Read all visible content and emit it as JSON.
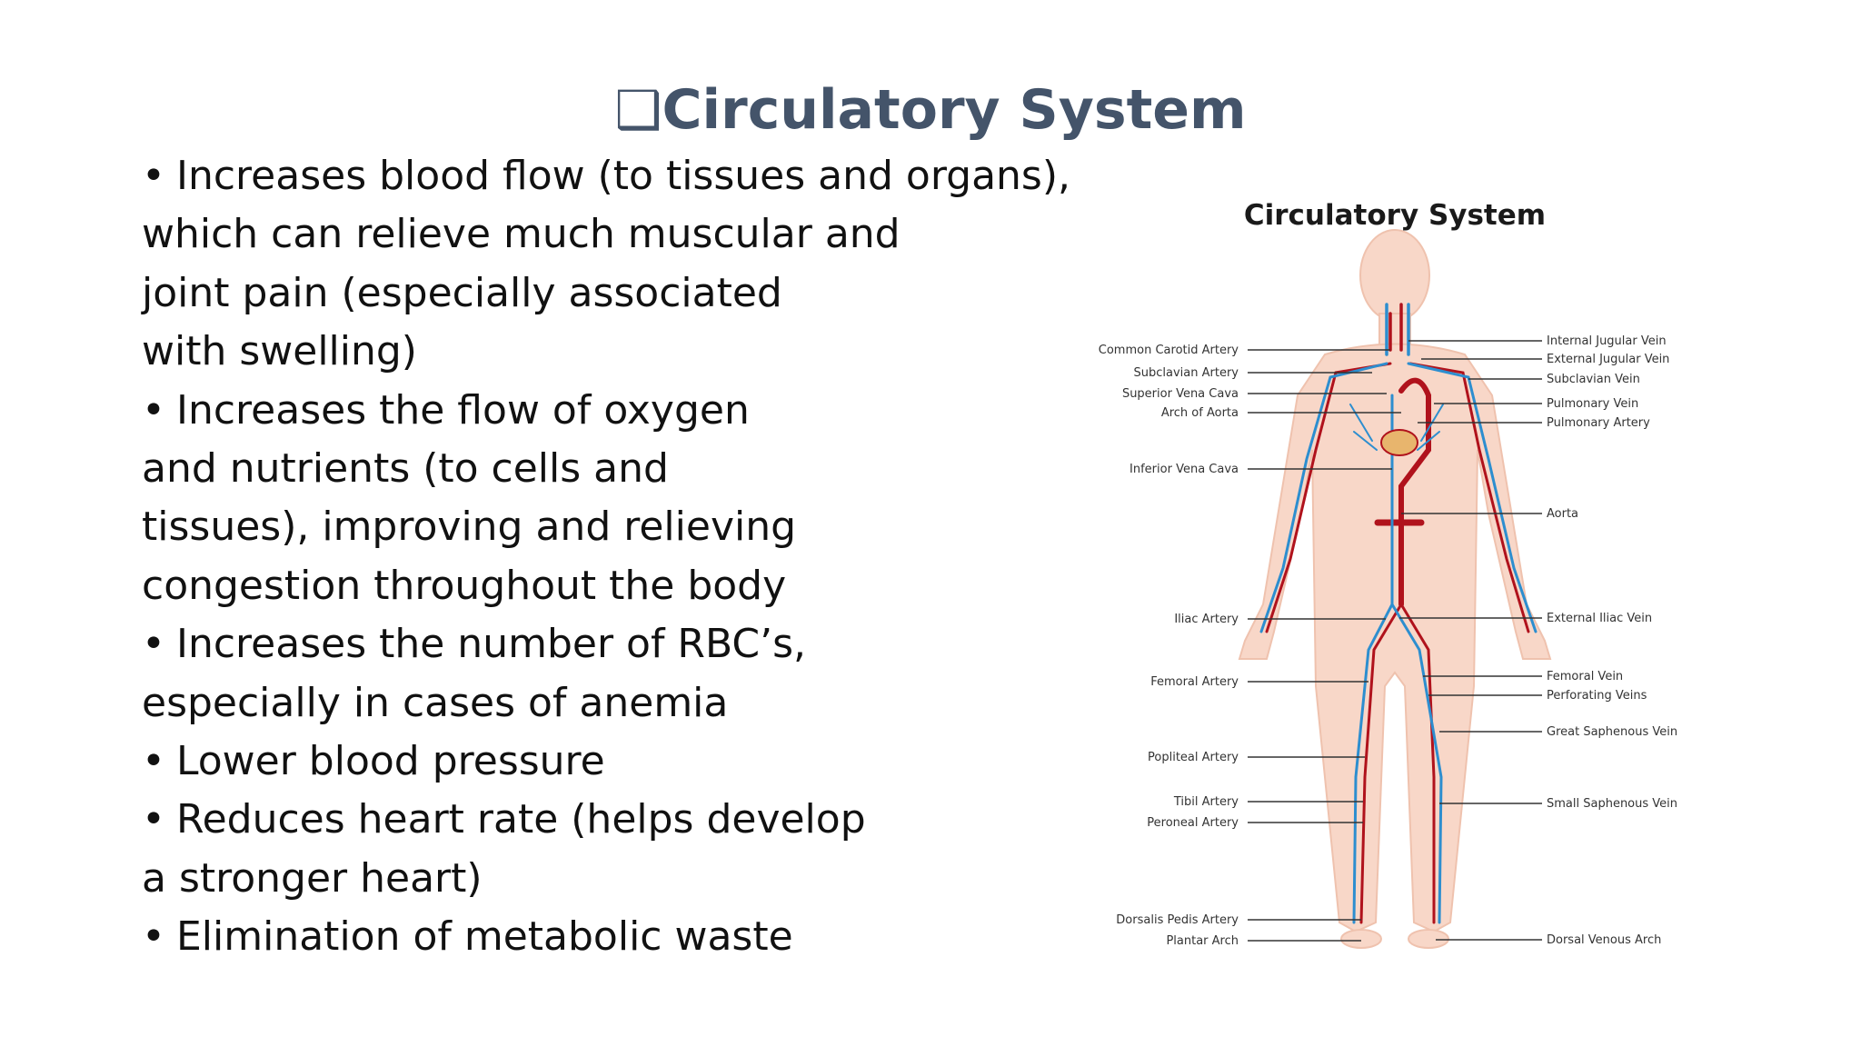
{
  "slide": {
    "title_icon": "❑",
    "title": "Circulatory System",
    "lines": [
      {
        "bullet": true,
        "text": "Increases blood flow (to tissues and organs),"
      },
      {
        "bullet": false,
        "text": "which can relieve much muscular and"
      },
      {
        "bullet": false,
        "text": "joint pain (especially associated"
      },
      {
        "bullet": false,
        "text": "with swelling)"
      },
      {
        "bullet": true,
        "text": "Increases the flow of oxygen"
      },
      {
        "bullet": false,
        "text": "and nutrients (to cells and"
      },
      {
        "bullet": false,
        "text": "tissues), improving and relieving"
      },
      {
        "bullet": false,
        "text": "congestion throughout the body"
      },
      {
        "bullet": true,
        "text": "Increases the number of RBC’s,"
      },
      {
        "bullet": false,
        "text": "especially in cases of anemia"
      },
      {
        "bullet": true,
        "text": "Lower blood pressure"
      },
      {
        "bullet": true,
        "text": "Reduces heart rate (helps develop"
      },
      {
        "bullet": false,
        "text": "a stronger heart)"
      },
      {
        "bullet": true,
        "text": "Elimination of metabolic waste"
      }
    ]
  },
  "diagram": {
    "title": "Circulatory System",
    "left_labels": [
      "Common Carotid Artery",
      "Subclavian Artery",
      "Superior Vena Cava",
      "Arch of Aorta",
      "Inferior Vena Cava",
      "Iliac Artery",
      "Femoral Artery",
      "Popliteal Artery",
      "Tibil Artery",
      "Peroneal Artery",
      "Dorsalis Pedis Artery",
      "Plantar Arch"
    ],
    "right_labels": [
      "Internal Jugular Vein",
      "External Jugular Vein",
      "Subclavian Vein",
      "Pulmonary Vein",
      "Pulmonary Artery",
      "Aorta",
      "External Iliac Vein",
      "Femoral Vein",
      "Perforating Veins",
      "Great Saphenous Vein",
      "Small Saphenous Vein",
      "Dorsal Venous Arch"
    ],
    "colors": {
      "artery": "#b0121c",
      "vein": "#2d8ecf",
      "skin": "#f8d7c8",
      "title_text": "#44546a"
    }
  }
}
